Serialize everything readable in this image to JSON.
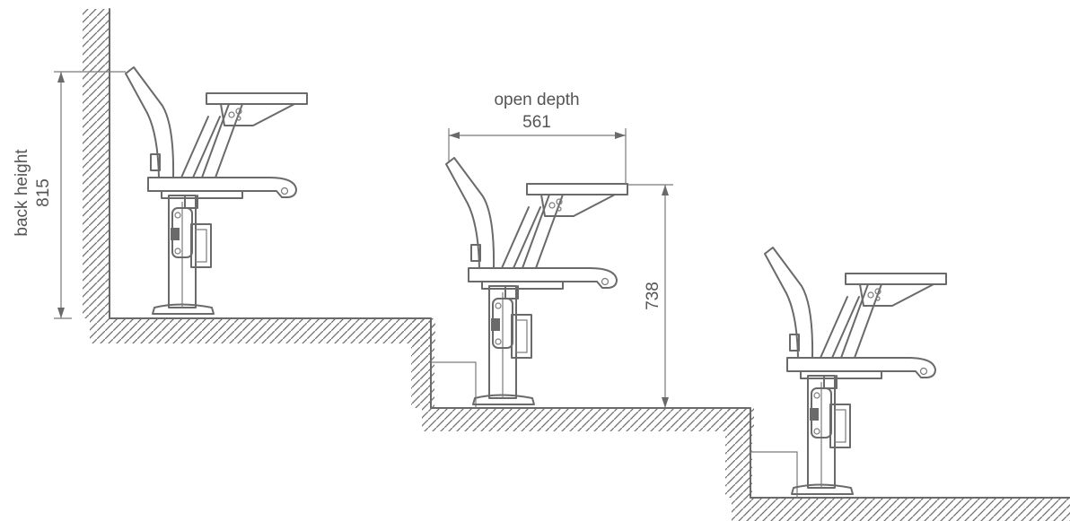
{
  "diagram": {
    "dimensions": {
      "back_height": {
        "label": "back height",
        "value": "815"
      },
      "open_depth": {
        "label": "open depth",
        "value": "561"
      },
      "seat_height": {
        "value": "738"
      }
    },
    "seat_count": 3,
    "colors": {
      "line": "#6a6a6a",
      "text": "#555555",
      "background": "#ffffff"
    }
  }
}
